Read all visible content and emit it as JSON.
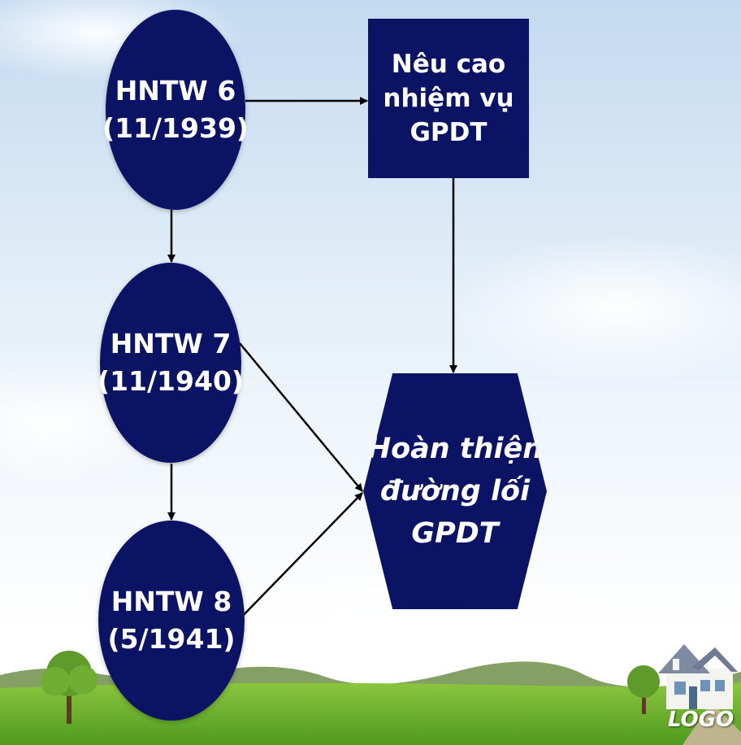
{
  "nodes": {
    "hntw6": {
      "line1": "HNTW 6",
      "line2": "(11/1939)"
    },
    "hntw7": {
      "line1": "HNTW 7",
      "line2": "(11/1940)"
    },
    "hntw8": {
      "line1": "HNTW 8",
      "line2": "(5/1941)"
    },
    "task": {
      "line1": "Nêu cao",
      "line2": "nhiệm vụ",
      "line3": "GPDT"
    },
    "goal": {
      "line1": "Hoàn thiện",
      "line2": "đường lối",
      "line3": "GPDT"
    }
  },
  "edges": [
    {
      "from": "HNTW 6",
      "to": "Nêu cao nhiệm vụ GPDT"
    },
    {
      "from": "HNTW 6",
      "to": "HNTW 7"
    },
    {
      "from": "HNTW 7",
      "to": "HNTW 8"
    },
    {
      "from": "Nêu cao nhiệm vụ GPDT",
      "to": "Hoàn thiện đường lối GPDT"
    },
    {
      "from": "HNTW 7",
      "to": "Hoàn thiện đường lối GPDT"
    },
    {
      "from": "HNTW 8",
      "to": "Hoàn thiện đường lối GPDT"
    }
  ],
  "logo": {
    "text": "LOGO"
  },
  "colors": {
    "node_fill": "#0b1365",
    "node_text": "#ffffff",
    "arrow": "#000000",
    "sky_top": "#c9dff2",
    "sky_bottom": "#ffffff",
    "grass": "#6fb530"
  }
}
